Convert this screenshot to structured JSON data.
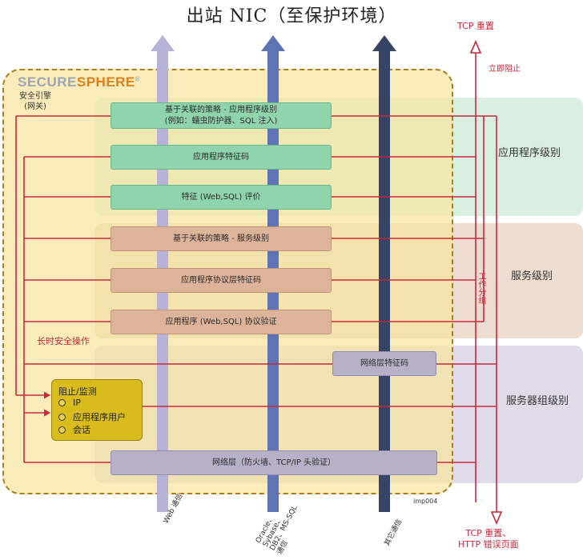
{
  "title": "出站 NIC（至保护环境）",
  "logo": {
    "secure": "SECURE",
    "sphere": "SPHERE",
    "mark": "®"
  },
  "engine_label": [
    "安全引擎",
    "(网关)"
  ],
  "bands": {
    "app": "应用程序级别",
    "service": "服务级别",
    "server_group": "服务器组级别"
  },
  "boxes": {
    "app_policy": [
      "基于关联的策略 - 应用程序级别",
      "(例如：蠕虫防护器、SQL 注入)"
    ],
    "app_sig": "应用程序特征码",
    "sig_eval": "特征 (Web,SQL) 评价",
    "svc_policy": "基于关联的策略 - 服务级别",
    "proto_sig": "应用程序协议层特征码",
    "proto_valid": "应用程序 (Web,SQL) 协议验证",
    "net_sig": "网络层特征码",
    "net_layer": "网络层（防火墙、TCP/IP 头验证）"
  },
  "block_monitor": {
    "title": "阻止/监测",
    "items": [
      "IP",
      "应用程序用户",
      "会话"
    ]
  },
  "long_term": "长时安全操作",
  "right": {
    "tcp_reset": "TCP 重置",
    "immediate_block": "立即阻止",
    "workgroup": "工作分组",
    "bottom": [
      "TCP 重置、",
      "HTTP 错误页面"
    ]
  },
  "streams": {
    "web": "Web 通信",
    "db": [
      "Oracle、",
      "Sybase、",
      "DB2、MS-SQL",
      "通信"
    ],
    "other": "其它通信"
  },
  "figure_id": "imp004",
  "colors": {
    "red": "#c8283c",
    "web": "#b6b2d8",
    "db": "#5f74b4",
    "other": "#364466"
  }
}
